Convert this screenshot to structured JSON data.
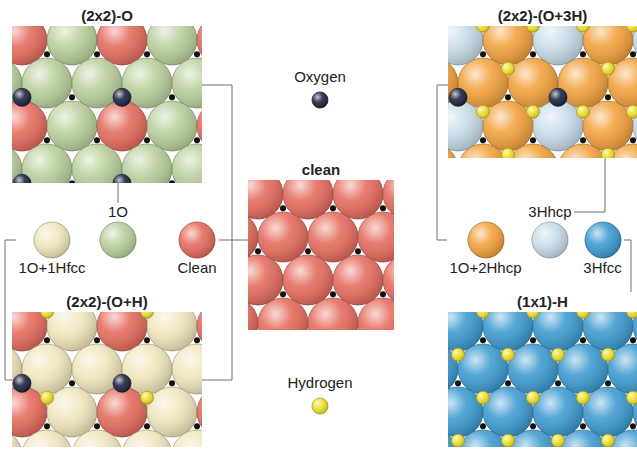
{
  "diagram": {
    "nodes": [
      {
        "text": [
          "(2x2)-O"
        ]
      },
      {
        "text": [
          "(2x2)-(O+3H)"
        ]
      },
      {
        "text": [
          "clean"
        ]
      },
      {
        "text": [
          "1O"
        ]
      },
      {
        "text": [
          "3Hhcp"
        ]
      },
      {
        "text": [
          "1O+1Hfcc"
        ]
      },
      {
        "text": [
          "Clean"
        ]
      },
      {
        "text": [
          "1O+2Hhcp"
        ]
      },
      {
        "text": [
          "3Hfcc"
        ]
      },
      {
        "text": [
          "(2x2)-(O+H)"
        ]
      },
      {
        "text": [
          "(1x1)-H"
        ]
      }
    ],
    "edges": [
      {
        "from": 0,
        "to": 3,
        "arrow": "none"
      },
      {
        "from": 0,
        "to": 9,
        "arrow": "none"
      },
      {
        "from": 6,
        "to": 2,
        "arrow": "none"
      },
      {
        "from": 9,
        "to": 5,
        "arrow": "none"
      },
      {
        "from": 1,
        "to": 7,
        "arrow": "none"
      },
      {
        "from": 4,
        "to": 1,
        "arrow": "none"
      },
      {
        "from": 8,
        "to": 10,
        "arrow": "none"
      }
    ],
    "legend": [
      {
        "text": "Oxygen",
        "color": "#1b2340"
      },
      {
        "text": "Hydrogen",
        "color": "#f0e02a"
      }
    ]
  }
}
